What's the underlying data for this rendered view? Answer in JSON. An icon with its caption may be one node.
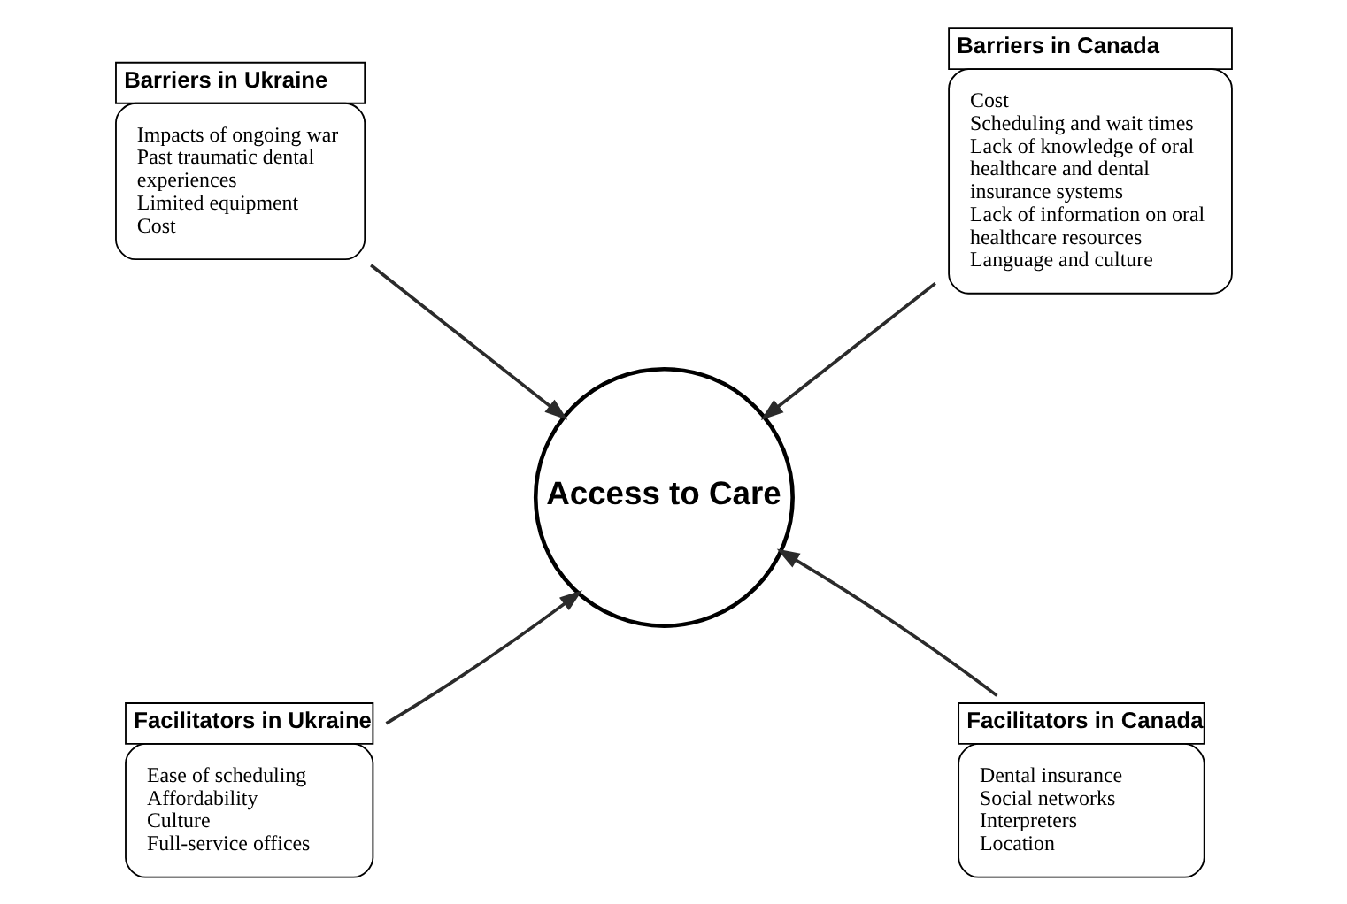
{
  "diagram": {
    "nodes": [
      {
        "text": [
          "Barriers in Ukraine",
          "Impacts of ongoing war",
          "Past traumatic dental experiences",
          "Limited equipment",
          "Cost"
        ]
      },
      {
        "text": [
          "Barriers in Canada",
          "Cost",
          "Scheduling and wait times",
          "Lack of knowledge of oral healthcare and dental insurance systems",
          "Lack of information on oral healthcare resources",
          "Language and culture"
        ]
      },
      {
        "text": [
          "Access to Care"
        ]
      },
      {
        "text": [
          "Facilitators in Ukraine",
          "Ease of scheduling",
          "Affordability",
          "Culture",
          "Full-service offices"
        ]
      },
      {
        "text": [
          "Facilitators in Canada",
          "Dental insurance",
          "Social networks",
          "Interpreters",
          "Location"
        ]
      }
    ],
    "edges": [
      {
        "from": 0,
        "to": 2,
        "arrow": "to"
      },
      {
        "from": 1,
        "to": 2,
        "arrow": "to"
      },
      {
        "from": 3,
        "to": 2,
        "arrow": "to"
      },
      {
        "from": 4,
        "to": 2,
        "arrow": "to"
      }
    ]
  }
}
